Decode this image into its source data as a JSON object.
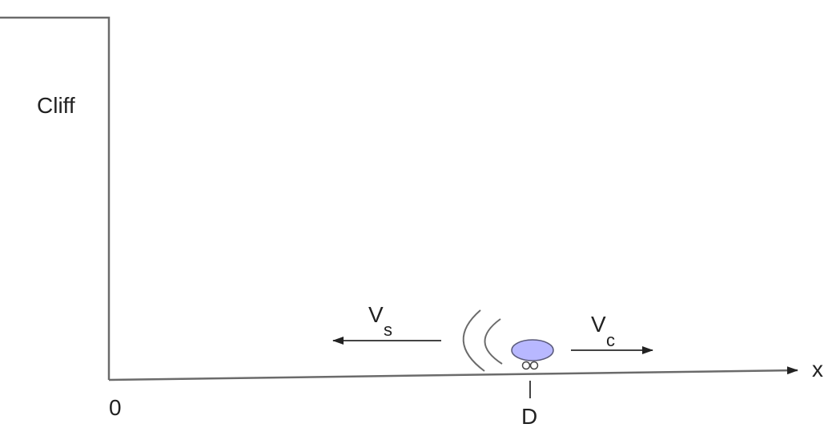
{
  "diagram": {
    "cliff_label": "Cliff",
    "origin_label": "0",
    "axis_label": "x",
    "position_label": "D",
    "sound_velocity": {
      "symbol": "V",
      "subscript": "s"
    },
    "car_velocity": {
      "symbol": "V",
      "subscript": "c"
    },
    "colors": {
      "line": "#6b6b6b",
      "car_body": "#b8b8ff",
      "car_outline": "#5a5a7a",
      "text": "#222222"
    }
  }
}
